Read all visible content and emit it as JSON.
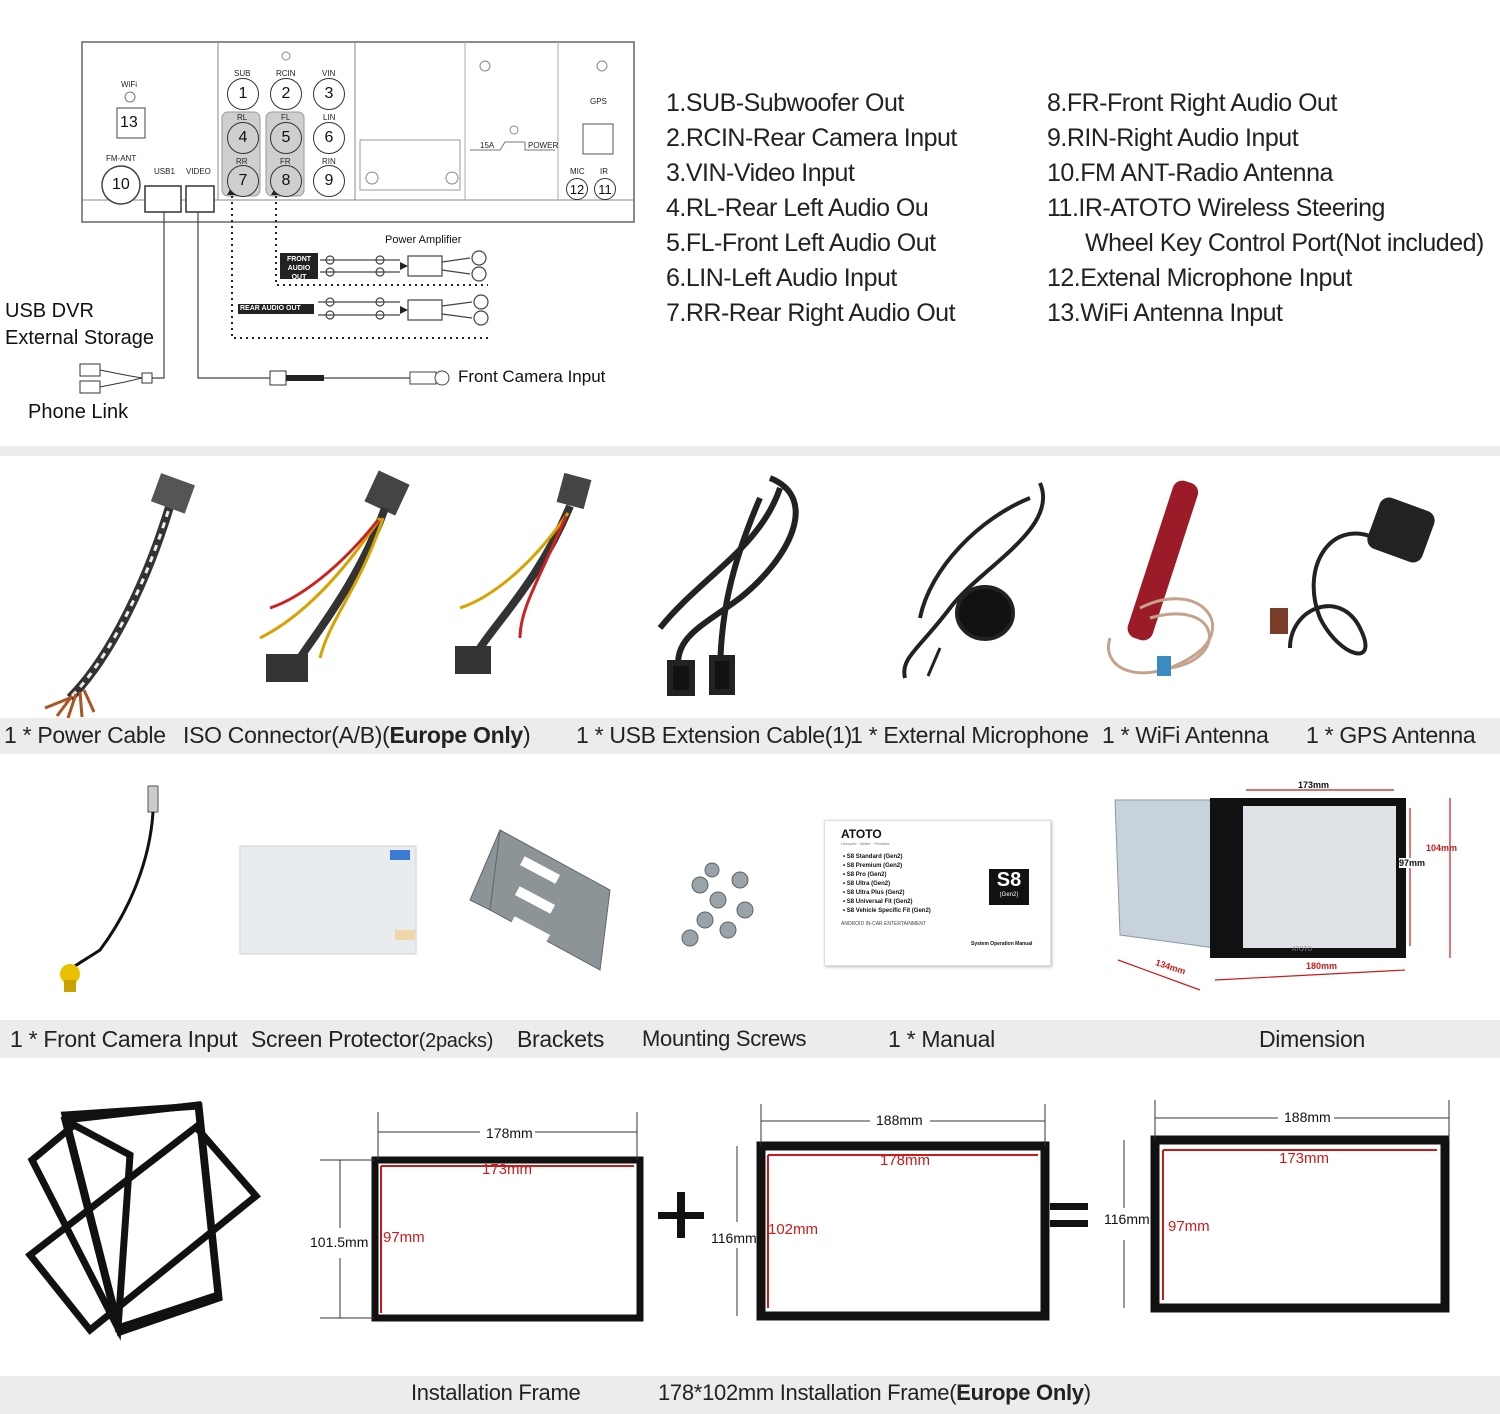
{
  "wiring": {
    "port_labels": {
      "wifi": "WiFi",
      "sub": "SUB",
      "rcin": "RCIN",
      "vin": "VIN",
      "rl": "RL",
      "fl": "FL",
      "lin": "LIN",
      "rr": "RR",
      "fr": "FR",
      "rin": "RIN",
      "fm_ant": "FM-ANT",
      "usb1": "USB1",
      "video": "VIDEO",
      "gps": "GPS",
      "power": "POWER",
      "fuse": "15A",
      "mic": "MIC",
      "ir": "IR"
    },
    "port_numbers": {
      "p1": "1",
      "p2": "2",
      "p3": "3",
      "p4": "4",
      "p5": "5",
      "p6": "6",
      "p7": "7",
      "p8": "8",
      "p9": "9",
      "p10": "10",
      "p11": "11",
      "p12": "12",
      "p13": "13"
    },
    "power_amplifier": "Power Amplifier",
    "front_audio_out": "FRONT AUDIO OUT",
    "rear_audio_out": "REAR AUDIO OUT",
    "usb_dvr": "USB DVR",
    "external_storage": "External Storage",
    "phone_link": "Phone Link",
    "front_camera_input": "Front Camera Input"
  },
  "legend_left": [
    "1.SUB-Subwoofer Out",
    "2.RCIN-Rear Camera Input",
    "3.VIN-Video Input",
    "4.RL-Rear Left Audio Ou",
    "5.FL-Front Left Audio Out",
    "6.LIN-Left Audio Input",
    "7.RR-Rear Right Audio Out"
  ],
  "legend_right": [
    "8.FR-Front Right Audio Out",
    "9.RIN-Right Audio Input",
    "10.FM ANT-Radio Antenna",
    "11.IR-ATOTO Wireless Steering",
    "Wheel Key Control Port(Not included)",
    "12.Extenal Microphone Input",
    "13.WiFi Antenna Input"
  ],
  "row1_captions": {
    "power_cable": "1 * Power Cable",
    "iso_prefix": "ISO Connector(A/B)(",
    "iso_bold": "Europe Only",
    "iso_suffix": ")",
    "usb_ext": "1 * USB Extension Cable(1)",
    "ext_mic": "1 * External Microphone",
    "wifi_ant": "1 * WiFi Antenna",
    "gps_ant": "1 * GPS Antenna"
  },
  "row2_captions": {
    "front_cam": "1 * Front Camera Input",
    "screen_prot_prefix": "Screen Protector",
    "screen_prot_packs": "(2packs)",
    "brackets": "Brackets",
    "screws": "Mounting Screws",
    "manual": "1 * Manual",
    "dimension": "Dimension"
  },
  "manual": {
    "brand": "ATOTO",
    "tagline": "Lifecycle · Better · Possible",
    "model": "S8",
    "gen": "(Gen2)",
    "items": [
      "S8 Standard (Gen2)",
      "S8 Premium (Gen2)",
      "S8 Pro (Gen2)",
      "S8 Ultra (Gen2)",
      "S8 Ultra Plus (Gen2)",
      "S8 Universal Fit (Gen2)",
      "S8 Vehicle Specific Fit (Gen2)"
    ],
    "subtitle": "ANDROID IN-CAR ENTERTAINMENT",
    "op_manual": "System Operation Manual"
  },
  "dimension": {
    "width_top": "173mm",
    "height_inner": "97mm",
    "height_outer": "104mm",
    "depth": "134mm",
    "width_bottom": "180mm",
    "screen_brand": "ATOTO"
  },
  "frames": {
    "f1_outer_w": "178mm",
    "f1_inner_w": "173mm",
    "f1_outer_h": "101.5mm",
    "f1_inner_h": "97mm",
    "f2_outer_w": "188mm",
    "f2_inner_w": "178mm",
    "f2_outer_h": "116mm",
    "f2_inner_h": "102mm",
    "f3_outer_w": "188mm",
    "f3_inner_w": "173mm",
    "f3_outer_h": "116mm",
    "f3_inner_h": "97mm",
    "plus": "+",
    "equals": "="
  },
  "row3_captions": {
    "installation_frame": "Installation Frame",
    "frame178_prefix": "178*102mm Installation Frame(",
    "frame178_bold": "Europe Only",
    "frame178_suffix": ")"
  },
  "colors": {
    "band": "#ececec",
    "dim_red": "#cc1a1a",
    "frame_black": "#111111"
  }
}
